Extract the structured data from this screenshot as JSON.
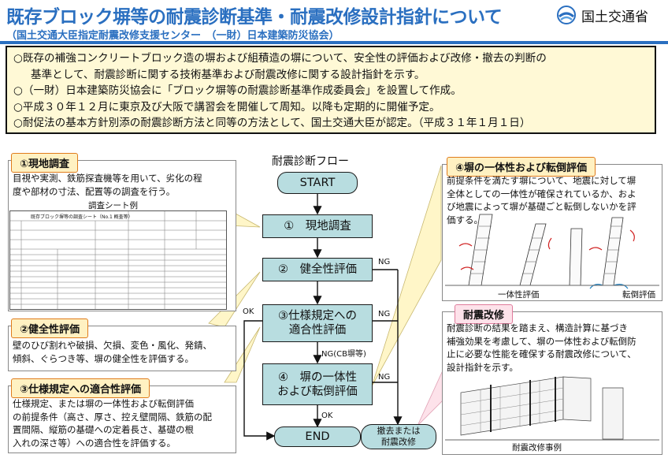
{
  "header": {
    "title": "既存ブロック塀等の耐震診断基準・耐震改修設計指針について",
    "subtitle": "（国土交通大臣指定耐震改修支援センター　（一財）日本建築防災協会）",
    "ministry": "国土交通省"
  },
  "summary": {
    "lines": [
      "○既存の補強コンクリートブロック造の塀および組積造の塀について、安全性の評価および改修・撤去の判断の",
      "基準として、耐震診断に関する技術基準および耐震改修に関する設計指針を示す。",
      "○（一財）日本建築防災協会に「ブロック塀等の耐震診断基準作成委員会」を設置して作成。",
      "○平成３０年１２月に東京及び大阪で講習会を開催して周知。以降も定期的に開催予定。",
      "○耐促法の基本方針別添の耐震診断方法と同等の方法として、国土交通大臣が認定。（平成３１年１月１日）"
    ]
  },
  "site_survey": {
    "heading": "①現地調査",
    "body_lines": [
      "目視や実測、鉄筋探査機等を用いて、劣化の程",
      "度や部材の寸法、配置等の調査を行う。"
    ],
    "sheet_caption": "調査シート例",
    "sheet_title": "既存ブロック塀等の調査シート（No.1 概査等）"
  },
  "soundness": {
    "heading": "②健全性評価",
    "body_lines": [
      "壁のひび割れや破損、欠損、変色・風化、発錆、",
      "傾斜、ぐらつき等、塀の健全性を評価する。"
    ]
  },
  "spec_conformity": {
    "heading": "③仕様規定への適合性評価",
    "body_lines": [
      "仕様規定、または塀の一体性および転倒評価",
      "の前提条件（高さ、厚さ、控え壁間隔、鉄筋の配",
      "置間隔、縦筋の基礎への定着長さ、基礎の根",
      "入れの深さ等）への適合性を評価する。"
    ]
  },
  "integrity": {
    "heading": "④塀の一体性および転倒評価",
    "body_lines": [
      "前提条件を満たす塀について、地震に対して塀",
      "全体としての一体性が確保されているか、およ",
      "び地震によって塀が基礎ごと転倒しないかを評",
      "価する。"
    ],
    "caption_left": "一体性評価",
    "caption_right": "転倒評価"
  },
  "retrofit": {
    "heading": "耐震改修",
    "body_lines": [
      "耐震診断の結果を踏まえ、構造計算に基づき",
      "補強効果を考慮して、塀の一体性および転倒防",
      "止に必要な性能を確保する耐震改修について、",
      "設計指針を示す。"
    ],
    "caption": "耐震改修事例"
  },
  "flow": {
    "title": "耐震診断フロー",
    "start": "START",
    "step1": "①　現地調査",
    "step2": "②　健全性評価",
    "step3_l1": "③仕様規定への",
    "step3_l2": "適合性評価",
    "step4_l1": "④　塀の一体性",
    "step4_l2": "および転倒評価",
    "end": "END",
    "remove_l1": "撤去または",
    "remove_l2": "耐震改修",
    "ng": "NG",
    "ng_cb": "NG(CB塀等)",
    "ok": "OK"
  },
  "colors": {
    "title_blue": "#2a6fc0",
    "flow_box": "#b8dde0",
    "summary_bg": "#fff9d6",
    "header_orange": "#fff1c2",
    "header_pink": "#fde2ea"
  }
}
